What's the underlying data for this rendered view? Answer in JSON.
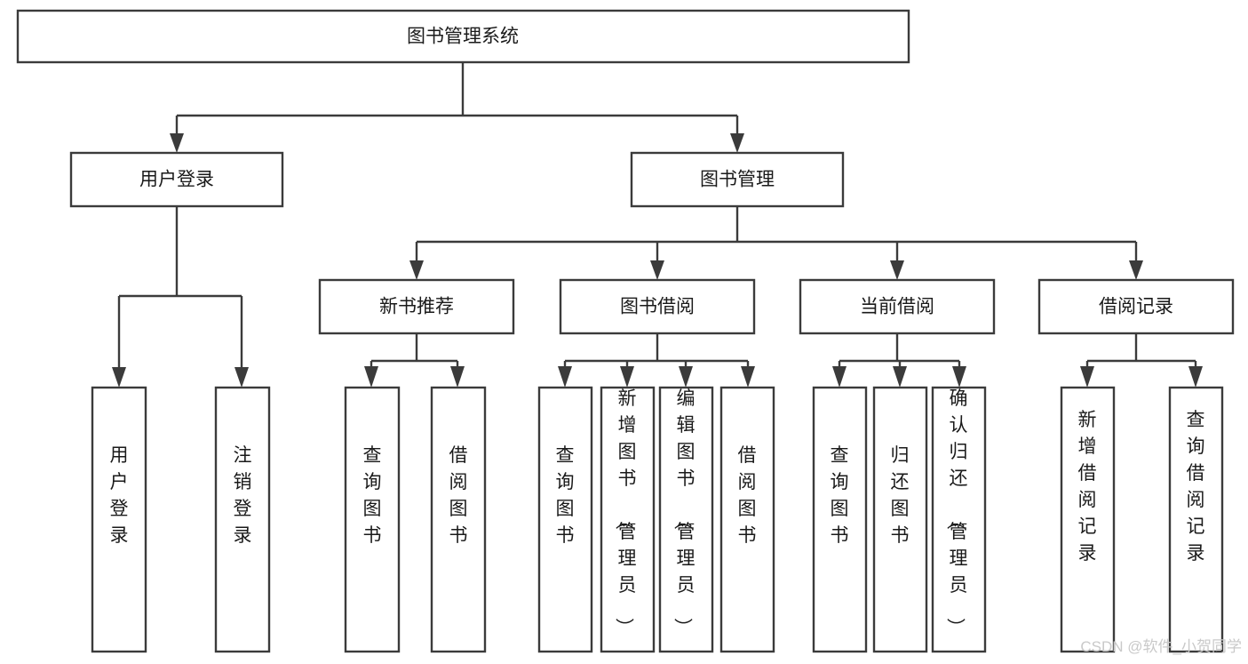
{
  "diagram": {
    "title": "图书管理系统",
    "type": "tree-hierarchy-diagram",
    "colors": {
      "box_stroke": "#3b3b3b",
      "box_fill": "#ffffff",
      "connector": "#3b3b3b",
      "text": "#1a1a1a",
      "background": "#ffffff",
      "watermark": "#c9c9c9"
    },
    "watermark": "CSDN @软件_小贺同学",
    "levels": {
      "root": "图书管理系统",
      "level2": [
        "用户登录",
        "图书管理"
      ],
      "level3": [
        "新书推荐",
        "图书借阅",
        "当前借阅",
        "借阅记录"
      ]
    },
    "nodes": {
      "root": {
        "label": "图书管理系统",
        "orientation": "horizontal"
      },
      "user_login": {
        "label": "用户登录",
        "orientation": "horizontal"
      },
      "book_manage": {
        "label": "图书管理",
        "orientation": "horizontal"
      },
      "new_book_rec": {
        "label": "新书推荐",
        "orientation": "horizontal"
      },
      "book_borrow": {
        "label": "图书借阅",
        "orientation": "horizontal"
      },
      "current_borrow": {
        "label": "当前借阅",
        "orientation": "horizontal"
      },
      "borrow_record": {
        "label": "借阅记录",
        "orientation": "horizontal"
      },
      "leaf_user_login": {
        "label": "用户登录",
        "orientation": "vertical"
      },
      "leaf_logout": {
        "label": "注销登录",
        "orientation": "vertical"
      },
      "leaf_query_book_1": {
        "label": "查询图书",
        "orientation": "vertical"
      },
      "leaf_borrow_book_1": {
        "label": "借阅图书",
        "orientation": "vertical"
      },
      "leaf_query_book_2": {
        "label": "查询图书",
        "orientation": "vertical"
      },
      "leaf_add_book": {
        "label": "新增图书（管理员）",
        "orientation": "vertical"
      },
      "leaf_edit_book": {
        "label": "编辑图书（管理员）",
        "orientation": "vertical"
      },
      "leaf_borrow_book_2": {
        "label": "借阅图书",
        "orientation": "vertical"
      },
      "leaf_query_book_3": {
        "label": "查询图书",
        "orientation": "vertical"
      },
      "leaf_return_book": {
        "label": "归还图书",
        "orientation": "vertical"
      },
      "leaf_confirm_return": {
        "label": "确认归还（管理员）",
        "orientation": "vertical"
      },
      "leaf_add_record": {
        "label": "新增借阅记录",
        "orientation": "vertical"
      },
      "leaf_query_record": {
        "label": "查询借阅记录",
        "orientation": "vertical"
      }
    }
  }
}
